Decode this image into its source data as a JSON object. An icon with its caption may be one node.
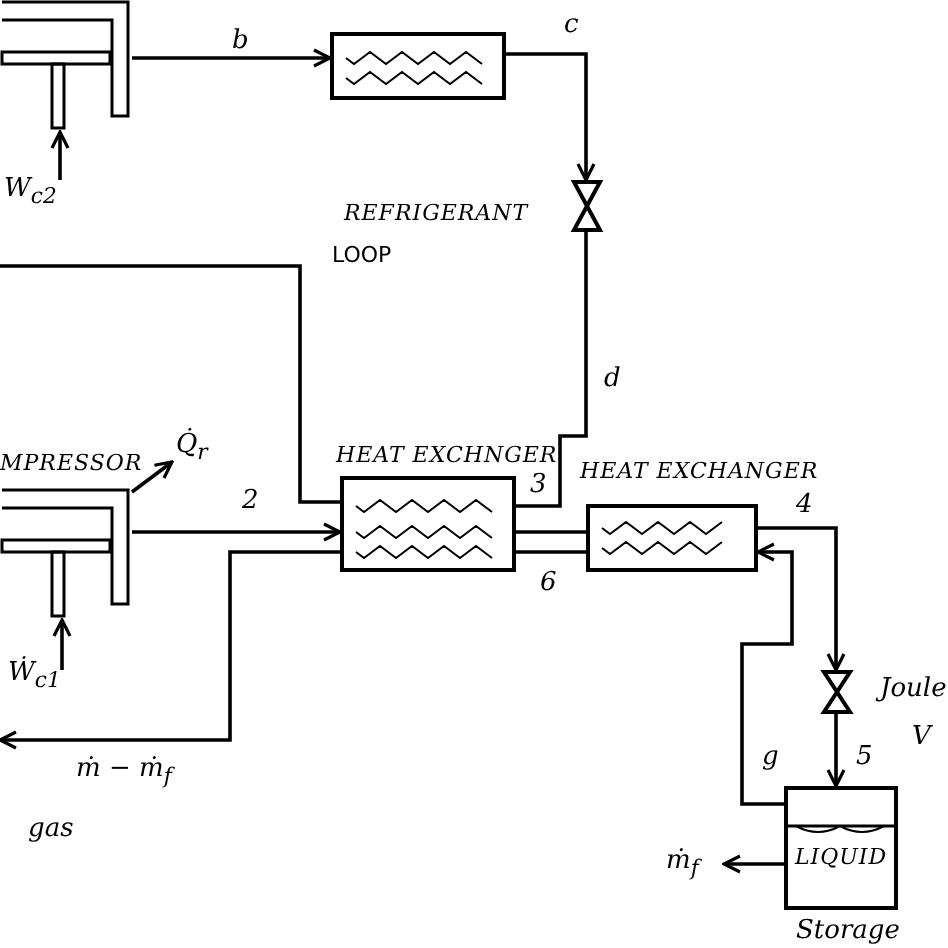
{
  "diagram": {
    "nodes": [
      {
        "text": [],
        "shape": "box"
      },
      {
        "text": [],
        "shape": "box"
      },
      {
        "text": [],
        "shape": "valve"
      },
      {
        "text": [
          "HEAT EXCHNGER"
        ]
      },
      {
        "text": [
          "HEAT EXCHANGER"
        ]
      },
      {
        "text": [
          "MPRESSOR"
        ]
      },
      {
        "text": [],
        "shape": "valve",
        "beside": [
          "Joule",
          "V"
        ]
      },
      {
        "text": [
          "LIQUID"
        ],
        "beside": [
          "Storage"
        ]
      }
    ],
    "edges": [
      {
        "from": 0,
        "to": 1,
        "arrow": "to",
        "label": "b"
      },
      {
        "from": 1,
        "to": 2,
        "arrow": "to",
        "label": "c"
      },
      {
        "from": 2,
        "to": 3,
        "arrow": "none",
        "label": "d"
      },
      {
        "from": 3,
        "to": null,
        "arrow": "none"
      },
      {
        "from": 5,
        "to": 3,
        "arrow": "to",
        "label": "2"
      },
      {
        "from": 3,
        "to": 4,
        "arrow": "none",
        "label": "3"
      },
      {
        "from": 4,
        "to": 3,
        "arrow": "none",
        "label": "6"
      },
      {
        "from": 4,
        "to": 6,
        "arrow": "to",
        "label": "4"
      },
      {
        "from": 6,
        "to": 7,
        "arrow": "to",
        "label": "5"
      },
      {
        "from": 7,
        "to": 4,
        "arrow": "to",
        "label": "g"
      },
      {
        "from": 3,
        "to": null,
        "arrow": "to",
        "label": "ṁ − ṁ$_{f}$"
      },
      {
        "from": 7,
        "to": null,
        "arrow": "to",
        "label": "ṁ$_{f}$"
      },
      {
        "from": 5,
        "to": null,
        "arrow": "to",
        "label": "Q̇$_{r}$"
      },
      {
        "from": null,
        "to": 5,
        "arrow": "to",
        "label": "Ẇ$_{c1}$"
      },
      {
        "from": null,
        "to": 0,
        "arrow": "to",
        "label": "W$_{c2}$"
      }
    ],
    "labels": [
      "REFRIGERANT",
      "LOOP",
      "gas"
    ]
  }
}
